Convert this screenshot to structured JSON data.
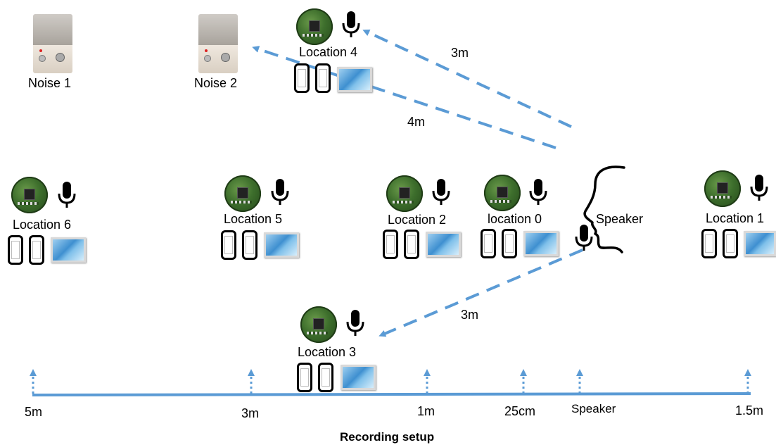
{
  "noise_sources": [
    {
      "label": "Noise 1",
      "icon": "loudspeaker-icon"
    },
    {
      "label": "Noise 2",
      "icon": "loudspeaker-icon"
    }
  ],
  "locations": {
    "loc0": {
      "label": "location 0"
    },
    "loc1": {
      "label": "Location 1"
    },
    "loc2": {
      "label": "Location 2"
    },
    "loc3": {
      "label": "Location 3"
    },
    "loc4": {
      "label": "Location 4"
    },
    "loc5": {
      "label": "Location 5"
    },
    "loc6": {
      "label": "Location 6"
    }
  },
  "device_icons": [
    "circuit-board-icon",
    "microphone-icon",
    "phone-icon",
    "tablet-icon"
  ],
  "speaker": {
    "label": "Speaker",
    "icon": "head-profile-icon"
  },
  "distances": {
    "speaker_to_loc4": "3m",
    "speaker_to_noise2": "4m",
    "speaker_to_loc3": "3m"
  },
  "axis": {
    "ticks": [
      "5m",
      "3m",
      "1m",
      "25cm",
      "Speaker",
      "1.5m"
    ]
  },
  "caption": "Recording setup",
  "colors": {
    "arrow": "#5b9bd5",
    "axis": "#5b9bd5"
  }
}
